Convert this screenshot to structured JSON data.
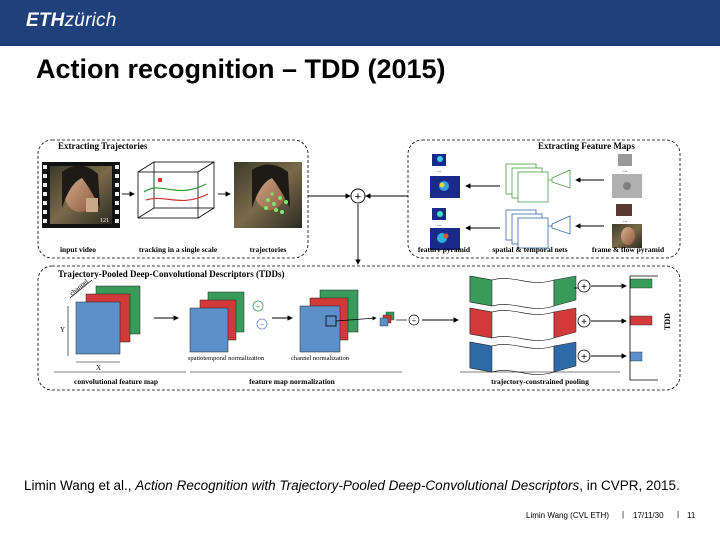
{
  "header": {
    "logo_bold": "ETH",
    "logo_italic": "zürich",
    "bar_color": "#1f407a"
  },
  "slide": {
    "title": "Action recognition – TDD (2015)"
  },
  "figure": {
    "top_left": {
      "title": "Extracting Trajectories",
      "labels": [
        "input video",
        "tracking in a single scale",
        "trajectories"
      ],
      "frame_counter": "121"
    },
    "top_right": {
      "title": "Extracting Feature Maps",
      "labels": [
        "feature pyramid",
        "spatial & temporal nets",
        "frame & flow pyramid"
      ]
    },
    "bottom": {
      "title": "Trajectory-Pooled Deep-Convolutional Descriptors (TDDs)",
      "axis_labels": [
        "channel",
        "Y",
        "X"
      ],
      "inner_labels": [
        "spatiotemporal normalization",
        "channel normalization"
      ],
      "bottom_labels": [
        "convolutional feature map",
        "feature map normalization",
        "trajectory-constrained pooling"
      ],
      "tdd_label": "TDD",
      "plus_symbol": "+",
      "divide_symbol": "÷",
      "ellipsis": "..."
    },
    "colors": {
      "green": "#3a9a5b",
      "red": "#d23a3a",
      "blue": "#5d8fc8",
      "blue_dark": "#2f6aa8"
    }
  },
  "citation": {
    "authors": "Limin Wang et al., ",
    "paper_title": "Action Recognition with Trajectory-Pooled Deep-Convolutional Descriptors",
    "venue": ", in CVPR, 2015."
  },
  "footer": {
    "author": "Limin Wang  (CVL ETH)",
    "date": "17/11/30",
    "page": "11",
    "separator": "|"
  }
}
